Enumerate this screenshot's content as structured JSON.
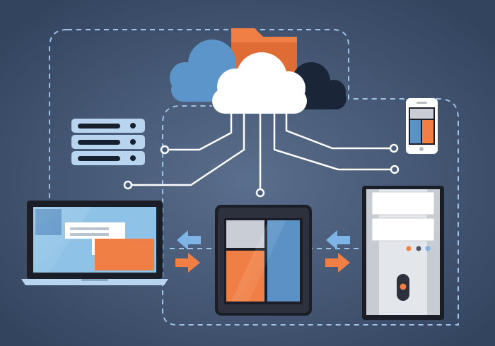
{
  "illustration": {
    "nodes": [
      "cloud",
      "folder",
      "server-rack",
      "smartphone",
      "laptop",
      "tablet",
      "desktop-tower"
    ],
    "arrows": [
      "left",
      "right",
      "left",
      "right"
    ]
  },
  "colors": {
    "background_center": "#5a6f8d",
    "background_edge": "#33445f",
    "cloud_white": "#ffffff",
    "cloud_blue": "#5b95c9",
    "cloud_navy": "#1a2538",
    "folder_orange": "#f07f45",
    "folder_orange_dark": "#e06c35",
    "screen_blue": "#5a92c6",
    "screen_light_blue": "#8ec2e6",
    "screen_gray": "#c9ced6",
    "device_dark": "#1b1e26",
    "device_frame": "#2c313d",
    "server_light": "#b9d4ee",
    "server_slot": "#16202e",
    "connector_white": "#ffffff",
    "dash_light_blue": "#9ec3e6",
    "arrow_blue": "#7fb4e6",
    "arrow_orange": "#f07f45",
    "tower_face": "#e3e6ea",
    "tower_side": "#c7cbd2"
  }
}
